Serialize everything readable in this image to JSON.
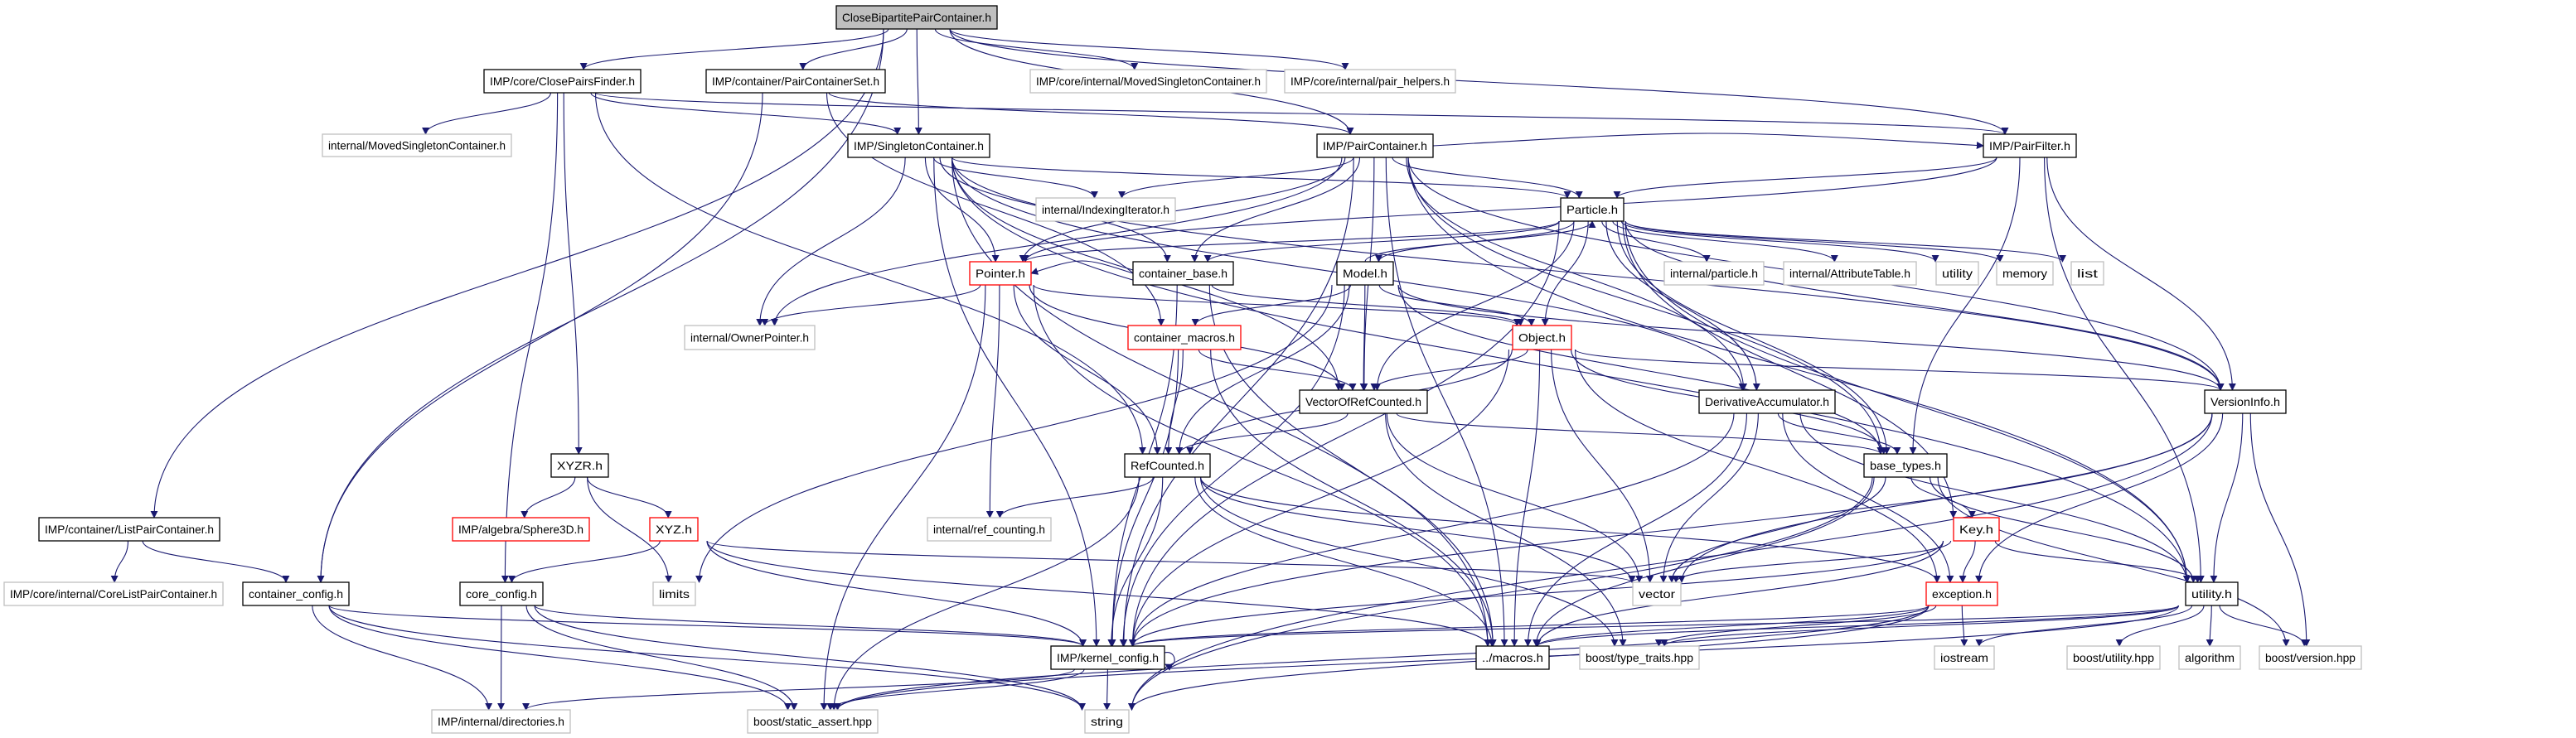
{
  "graph": {
    "title": "CloseBipartitePairContainer.h",
    "colors": {
      "edge": "#191970",
      "documented_border": "#000000",
      "external_border": "#bfbfbf",
      "truncated_border": "#ff0000",
      "root_fill": "#bfbfbf"
    },
    "nodes": [
      {
        "id": "root",
        "label": "CloseBipartitePairContainer.h",
        "kind": "root"
      },
      {
        "id": "closepairsfinder",
        "label": "IMP/core/ClosePairsFinder.h",
        "kind": "doc"
      },
      {
        "id": "paircontainerset",
        "label": "IMP/container/PairContainerSet.h",
        "kind": "doc"
      },
      {
        "id": "coremoved",
        "label": "IMP/core/internal/MovedSingletonContainer.h",
        "kind": "ext"
      },
      {
        "id": "pairhelpers",
        "label": "IMP/core/internal/pair_helpers.h",
        "kind": "ext"
      },
      {
        "id": "moved",
        "label": "internal/MovedSingletonContainer.h",
        "kind": "ext"
      },
      {
        "id": "singletoncontainer",
        "label": "IMP/SingletonContainer.h",
        "kind": "doc"
      },
      {
        "id": "paircontainer",
        "label": "IMP/PairContainer.h",
        "kind": "doc"
      },
      {
        "id": "pairfilter",
        "label": "IMP/PairFilter.h",
        "kind": "doc"
      },
      {
        "id": "indexingiterator",
        "label": "internal/IndexingIterator.h",
        "kind": "ext"
      },
      {
        "id": "particle",
        "label": "Particle.h",
        "kind": "doc"
      },
      {
        "id": "pointer",
        "label": "Pointer.h",
        "kind": "trunc"
      },
      {
        "id": "containerbase",
        "label": "container_base.h",
        "kind": "doc"
      },
      {
        "id": "model",
        "label": "Model.h",
        "kind": "doc"
      },
      {
        "id": "internalparticle",
        "label": "internal/particle.h",
        "kind": "ext"
      },
      {
        "id": "attributetable",
        "label": "internal/AttributeTable.h",
        "kind": "ext"
      },
      {
        "id": "stdutility",
        "label": "utility",
        "kind": "ext"
      },
      {
        "id": "memory",
        "label": "memory",
        "kind": "ext"
      },
      {
        "id": "list",
        "label": "list",
        "kind": "ext"
      },
      {
        "id": "ownerpointer",
        "label": "internal/OwnerPointer.h",
        "kind": "ext"
      },
      {
        "id": "containermacros",
        "label": "container_macros.h",
        "kind": "trunc"
      },
      {
        "id": "object",
        "label": "Object.h",
        "kind": "trunc"
      },
      {
        "id": "vectorofrefcounted",
        "label": "VectorOfRefCounted.h",
        "kind": "doc"
      },
      {
        "id": "derivativeaccumulator",
        "label": "DerivativeAccumulator.h",
        "kind": "doc"
      },
      {
        "id": "versioninfo",
        "label": "VersionInfo.h",
        "kind": "doc"
      },
      {
        "id": "xyzr",
        "label": "XYZR.h",
        "kind": "doc"
      },
      {
        "id": "refcounted",
        "label": "RefCounted.h",
        "kind": "doc"
      },
      {
        "id": "basetypes",
        "label": "base_types.h",
        "kind": "doc"
      },
      {
        "id": "listpaircontainer",
        "label": "IMP/container/ListPairContainer.h",
        "kind": "doc"
      },
      {
        "id": "sphere3d",
        "label": "IMP/algebra/Sphere3D.h",
        "kind": "trunc"
      },
      {
        "id": "xyz",
        "label": "XYZ.h",
        "kind": "trunc"
      },
      {
        "id": "refcounting",
        "label": "internal/ref_counting.h",
        "kind": "ext"
      },
      {
        "id": "key",
        "label": "Key.h",
        "kind": "trunc"
      },
      {
        "id": "corelistpair",
        "label": "IMP/core/internal/CoreListPairContainer.h",
        "kind": "ext"
      },
      {
        "id": "containerconfig",
        "label": "container_config.h",
        "kind": "doc"
      },
      {
        "id": "coreconfig",
        "label": "core_config.h",
        "kind": "doc"
      },
      {
        "id": "limits",
        "label": "limits",
        "kind": "ext"
      },
      {
        "id": "vector",
        "label": "vector",
        "kind": "ext"
      },
      {
        "id": "exception",
        "label": "exception.h",
        "kind": "trunc"
      },
      {
        "id": "utilityh",
        "label": "utility.h",
        "kind": "doc"
      },
      {
        "id": "kernelconfig",
        "label": "IMP/kernel_config.h",
        "kind": "doc"
      },
      {
        "id": "macros",
        "label": "../macros.h",
        "kind": "doc"
      },
      {
        "id": "typetraits",
        "label": "boost/type_traits.hpp",
        "kind": "ext"
      },
      {
        "id": "iostream",
        "label": "iostream",
        "kind": "ext"
      },
      {
        "id": "boostutility",
        "label": "boost/utility.hpp",
        "kind": "ext"
      },
      {
        "id": "algorithm",
        "label": "algorithm",
        "kind": "ext"
      },
      {
        "id": "boostversion",
        "label": "boost/version.hpp",
        "kind": "ext"
      },
      {
        "id": "directories",
        "label": "IMP/internal/directories.h",
        "kind": "ext"
      },
      {
        "id": "staticassert",
        "label": "boost/static_assert.hpp",
        "kind": "ext"
      },
      {
        "id": "string",
        "label": "string",
        "kind": "ext"
      }
    ],
    "edges": [
      [
        "root",
        "closepairsfinder"
      ],
      [
        "root",
        "paircontainerset"
      ],
      [
        "root",
        "singletoncontainer"
      ],
      [
        "root",
        "paircontainer"
      ],
      [
        "root",
        "coremoved"
      ],
      [
        "root",
        "pairhelpers"
      ],
      [
        "root",
        "listpaircontainer"
      ],
      [
        "root",
        "containerconfig"
      ],
      [
        "root",
        "pairfilter"
      ],
      [
        "closepairsfinder",
        "moved"
      ],
      [
        "closepairsfinder",
        "singletoncontainer"
      ],
      [
        "closepairsfinder",
        "xyzr"
      ],
      [
        "closepairsfinder",
        "coreconfig"
      ],
      [
        "closepairsfinder",
        "refcounted"
      ],
      [
        "closepairsfinder",
        "pairfilter"
      ],
      [
        "paircontainerset",
        "paircontainer"
      ],
      [
        "paircontainerset",
        "containerconfig"
      ],
      [
        "paircontainerset",
        "containermacros"
      ],
      [
        "singletoncontainer",
        "indexingiterator"
      ],
      [
        "singletoncontainer",
        "particle"
      ],
      [
        "singletoncontainer",
        "pointer"
      ],
      [
        "singletoncontainer",
        "containerbase"
      ],
      [
        "singletoncontainer",
        "ownerpointer"
      ],
      [
        "singletoncontainer",
        "vectorofrefcounted"
      ],
      [
        "singletoncontainer",
        "derivativeaccumulator"
      ],
      [
        "singletoncontainer",
        "kernelconfig"
      ],
      [
        "singletoncontainer",
        "macros"
      ],
      [
        "singletoncontainer",
        "versioninfo"
      ],
      [
        "singletoncontainer",
        "utilityh"
      ],
      [
        "paircontainer",
        "indexingiterator"
      ],
      [
        "paircontainer",
        "particle"
      ],
      [
        "paircontainer",
        "pointer"
      ],
      [
        "paircontainer",
        "containerbase"
      ],
      [
        "paircontainer",
        "ownerpointer"
      ],
      [
        "paircontainer",
        "vectorofrefcounted"
      ],
      [
        "paircontainer",
        "derivativeaccumulator"
      ],
      [
        "paircontainer",
        "kernelconfig"
      ],
      [
        "paircontainer",
        "macros"
      ],
      [
        "paircontainer",
        "versioninfo"
      ],
      [
        "paircontainer",
        "utilityh"
      ],
      [
        "paircontainer",
        "pairfilter"
      ],
      [
        "paircontainer",
        "basetypes"
      ],
      [
        "pairfilter",
        "particle"
      ],
      [
        "pairfilter",
        "basetypes"
      ],
      [
        "pairfilter",
        "versioninfo"
      ],
      [
        "pairfilter",
        "utilityh"
      ],
      [
        "pairfilter",
        "pointer"
      ],
      [
        "particle",
        "internalparticle"
      ],
      [
        "particle",
        "attributetable"
      ],
      [
        "particle",
        "stdutility"
      ],
      [
        "particle",
        "memory"
      ],
      [
        "particle",
        "list"
      ],
      [
        "particle",
        "model"
      ],
      [
        "particle",
        "object"
      ],
      [
        "particle",
        "pointer"
      ],
      [
        "particle",
        "containerbase"
      ],
      [
        "particle",
        "vectorofrefcounted"
      ],
      [
        "particle",
        "derivativeaccumulator"
      ],
      [
        "particle",
        "basetypes"
      ],
      [
        "particle",
        "key"
      ],
      [
        "particle",
        "versioninfo"
      ],
      [
        "particle",
        "utilityh"
      ],
      [
        "particle",
        "kernelconfig"
      ],
      [
        "model",
        "particle"
      ],
      [
        "model",
        "object"
      ],
      [
        "model",
        "containermacros"
      ],
      [
        "model",
        "limits"
      ],
      [
        "model",
        "versioninfo"
      ],
      [
        "model",
        "basetypes"
      ],
      [
        "model",
        "vectorofrefcounted"
      ],
      [
        "model",
        "kernelconfig"
      ],
      [
        "model",
        "refcounted"
      ],
      [
        "pointer",
        "ownerpointer"
      ],
      [
        "pointer",
        "refcounted"
      ],
      [
        "pointer",
        "refcounting"
      ],
      [
        "pointer",
        "object"
      ],
      [
        "pointer",
        "macros"
      ],
      [
        "pointer",
        "staticassert"
      ],
      [
        "pointer",
        "vectorofrefcounted"
      ],
      [
        "containerbase",
        "object"
      ],
      [
        "containerbase",
        "kernelconfig"
      ],
      [
        "containerbase",
        "macros"
      ],
      [
        "containerbase",
        "pointer"
      ],
      [
        "containermacros",
        "refcounted"
      ],
      [
        "containermacros",
        "vectorofrefcounted"
      ],
      [
        "containermacros",
        "macros"
      ],
      [
        "containermacros",
        "kernelconfig"
      ],
      [
        "object",
        "versioninfo"
      ],
      [
        "object",
        "refcounted"
      ],
      [
        "object",
        "basetypes"
      ],
      [
        "object",
        "vector"
      ],
      [
        "object",
        "macros"
      ],
      [
        "object",
        "kernelconfig"
      ],
      [
        "object",
        "exception"
      ],
      [
        "object",
        "vectorofrefcounted"
      ],
      [
        "vectorofrefcounted",
        "refcounted"
      ],
      [
        "vectorofrefcounted",
        "basetypes"
      ],
      [
        "vectorofrefcounted",
        "vector"
      ],
      [
        "vectorofrefcounted",
        "typetraits"
      ],
      [
        "derivativeaccumulator",
        "basetypes"
      ],
      [
        "derivativeaccumulator",
        "vector"
      ],
      [
        "derivativeaccumulator",
        "macros"
      ],
      [
        "derivativeaccumulator",
        "kernelconfig"
      ],
      [
        "derivativeaccumulator",
        "utilityh"
      ],
      [
        "derivativeaccumulator",
        "exception"
      ],
      [
        "versioninfo",
        "utilityh"
      ],
      [
        "versioninfo",
        "vector"
      ],
      [
        "versioninfo",
        "exception"
      ],
      [
        "versioninfo",
        "boostversion"
      ],
      [
        "versioninfo",
        "string"
      ],
      [
        "versioninfo",
        "kernelconfig"
      ],
      [
        "xyzr",
        "sphere3d"
      ],
      [
        "xyzr",
        "xyz"
      ],
      [
        "xyzr",
        "limits"
      ],
      [
        "xyz",
        "coreconfig"
      ],
      [
        "xyz",
        "vector"
      ],
      [
        "xyz",
        "macros"
      ],
      [
        "xyz",
        "kernelconfig"
      ],
      [
        "listpaircontainer",
        "corelistpair"
      ],
      [
        "listpaircontainer",
        "containerconfig"
      ],
      [
        "containerconfig",
        "directories"
      ],
      [
        "containerconfig",
        "kernelconfig"
      ],
      [
        "containerconfig",
        "staticassert"
      ],
      [
        "containerconfig",
        "string"
      ],
      [
        "coreconfig",
        "directories"
      ],
      [
        "coreconfig",
        "kernelconfig"
      ],
      [
        "coreconfig",
        "staticassert"
      ],
      [
        "coreconfig",
        "string"
      ],
      [
        "refcounted",
        "refcounting"
      ],
      [
        "refcounted",
        "kernelconfig"
      ],
      [
        "refcounted",
        "staticassert"
      ],
      [
        "refcounted",
        "exception"
      ],
      [
        "refcounted",
        "vector"
      ],
      [
        "refcounted",
        "macros"
      ],
      [
        "refcounted",
        "typetraits"
      ],
      [
        "basetypes",
        "key"
      ],
      [
        "basetypes",
        "vector"
      ],
      [
        "basetypes",
        "macros"
      ],
      [
        "basetypes",
        "utilityh"
      ],
      [
        "basetypes",
        "boostversion"
      ],
      [
        "basetypes",
        "string"
      ],
      [
        "key",
        "exception"
      ],
      [
        "key",
        "utilityh"
      ],
      [
        "key",
        "vector"
      ],
      [
        "key",
        "kernelconfig"
      ],
      [
        "key",
        "macros"
      ],
      [
        "exception",
        "iostream"
      ],
      [
        "exception",
        "kernelconfig"
      ],
      [
        "exception",
        "staticassert"
      ],
      [
        "exception",
        "string"
      ],
      [
        "exception",
        "macros"
      ],
      [
        "exception",
        "typetraits"
      ],
      [
        "utilityh",
        "boostutility"
      ],
      [
        "utilityh",
        "algorithm"
      ],
      [
        "utilityh",
        "boostversion"
      ],
      [
        "utilityh",
        "iostream"
      ],
      [
        "utilityh",
        "kernelconfig"
      ],
      [
        "utilityh",
        "macros"
      ],
      [
        "utilityh",
        "staticassert"
      ],
      [
        "utilityh",
        "typetraits"
      ],
      [
        "kernelconfig",
        "kernelconfig"
      ],
      [
        "kernelconfig",
        "directories"
      ],
      [
        "kernelconfig",
        "staticassert"
      ],
      [
        "kernelconfig",
        "string"
      ]
    ]
  }
}
